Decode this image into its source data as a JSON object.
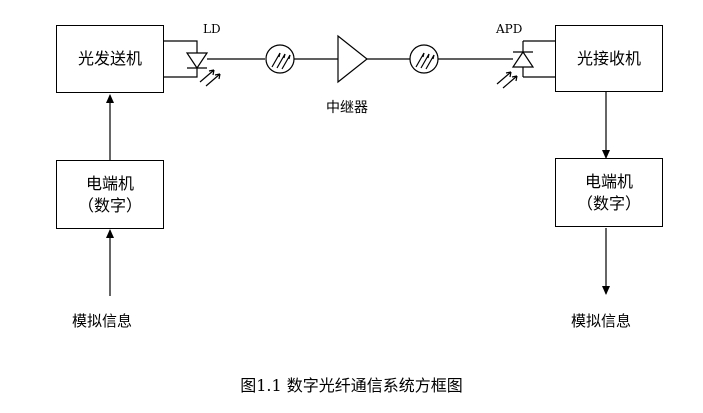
{
  "boxes": {
    "transmitter": "光发送机",
    "receiver": "光接收机",
    "terminal_left": [
      "电端机",
      "（数字）"
    ],
    "terminal_right": [
      "电端机",
      "（数字）"
    ]
  },
  "labels": {
    "ld": "LD",
    "apd": "APD",
    "repeater": "中继器",
    "input_left": "模拟信息",
    "output_right": "模拟信息"
  },
  "caption": "图1.1  数字光纤通信系统方框图"
}
